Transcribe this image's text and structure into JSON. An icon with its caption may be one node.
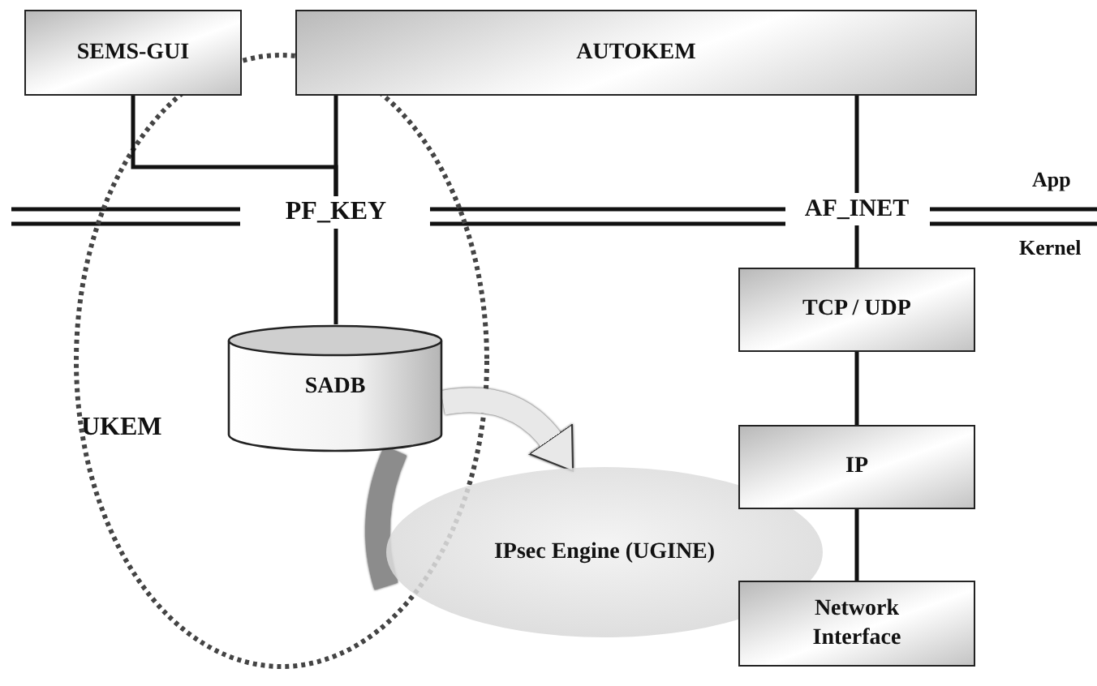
{
  "diagram": {
    "nodes": [
      {
        "text": [
          "SEMS-GUI"
        ]
      },
      {
        "text": [
          "AUTOKEM"
        ]
      },
      {
        "text": [
          "PF_KEY"
        ]
      },
      {
        "text": [
          "AF_INET"
        ]
      },
      {
        "text": [
          "SADB"
        ]
      },
      {
        "text": [
          "TCP / UDP"
        ]
      },
      {
        "text": [
          "IP"
        ]
      },
      {
        "text": [
          "Network Interface"
        ]
      },
      {
        "text": [
          "IPsec Engine (UGINE)"
        ]
      }
    ],
    "edges": [
      {
        "from": 0,
        "to": 2,
        "arrow": "none"
      },
      {
        "from": 1,
        "to": 2,
        "arrow": "none"
      },
      {
        "from": 2,
        "to": 4,
        "arrow": "none"
      },
      {
        "from": 1,
        "to": 3,
        "arrow": "none"
      },
      {
        "from": 3,
        "to": 5,
        "arrow": "none"
      },
      {
        "from": 5,
        "to": 6,
        "arrow": "none"
      },
      {
        "from": 6,
        "to": 7,
        "arrow": "none"
      },
      {
        "from": 4,
        "to": 8,
        "arrow": "to",
        "style": "thick",
        "color": "#e8e8e8"
      },
      {
        "from": 8,
        "to": 4,
        "arrow": "none",
        "style": "thick",
        "color": "#8c8c8c"
      }
    ],
    "labels": [
      "App",
      "Kernel",
      "UKEM"
    ]
  }
}
